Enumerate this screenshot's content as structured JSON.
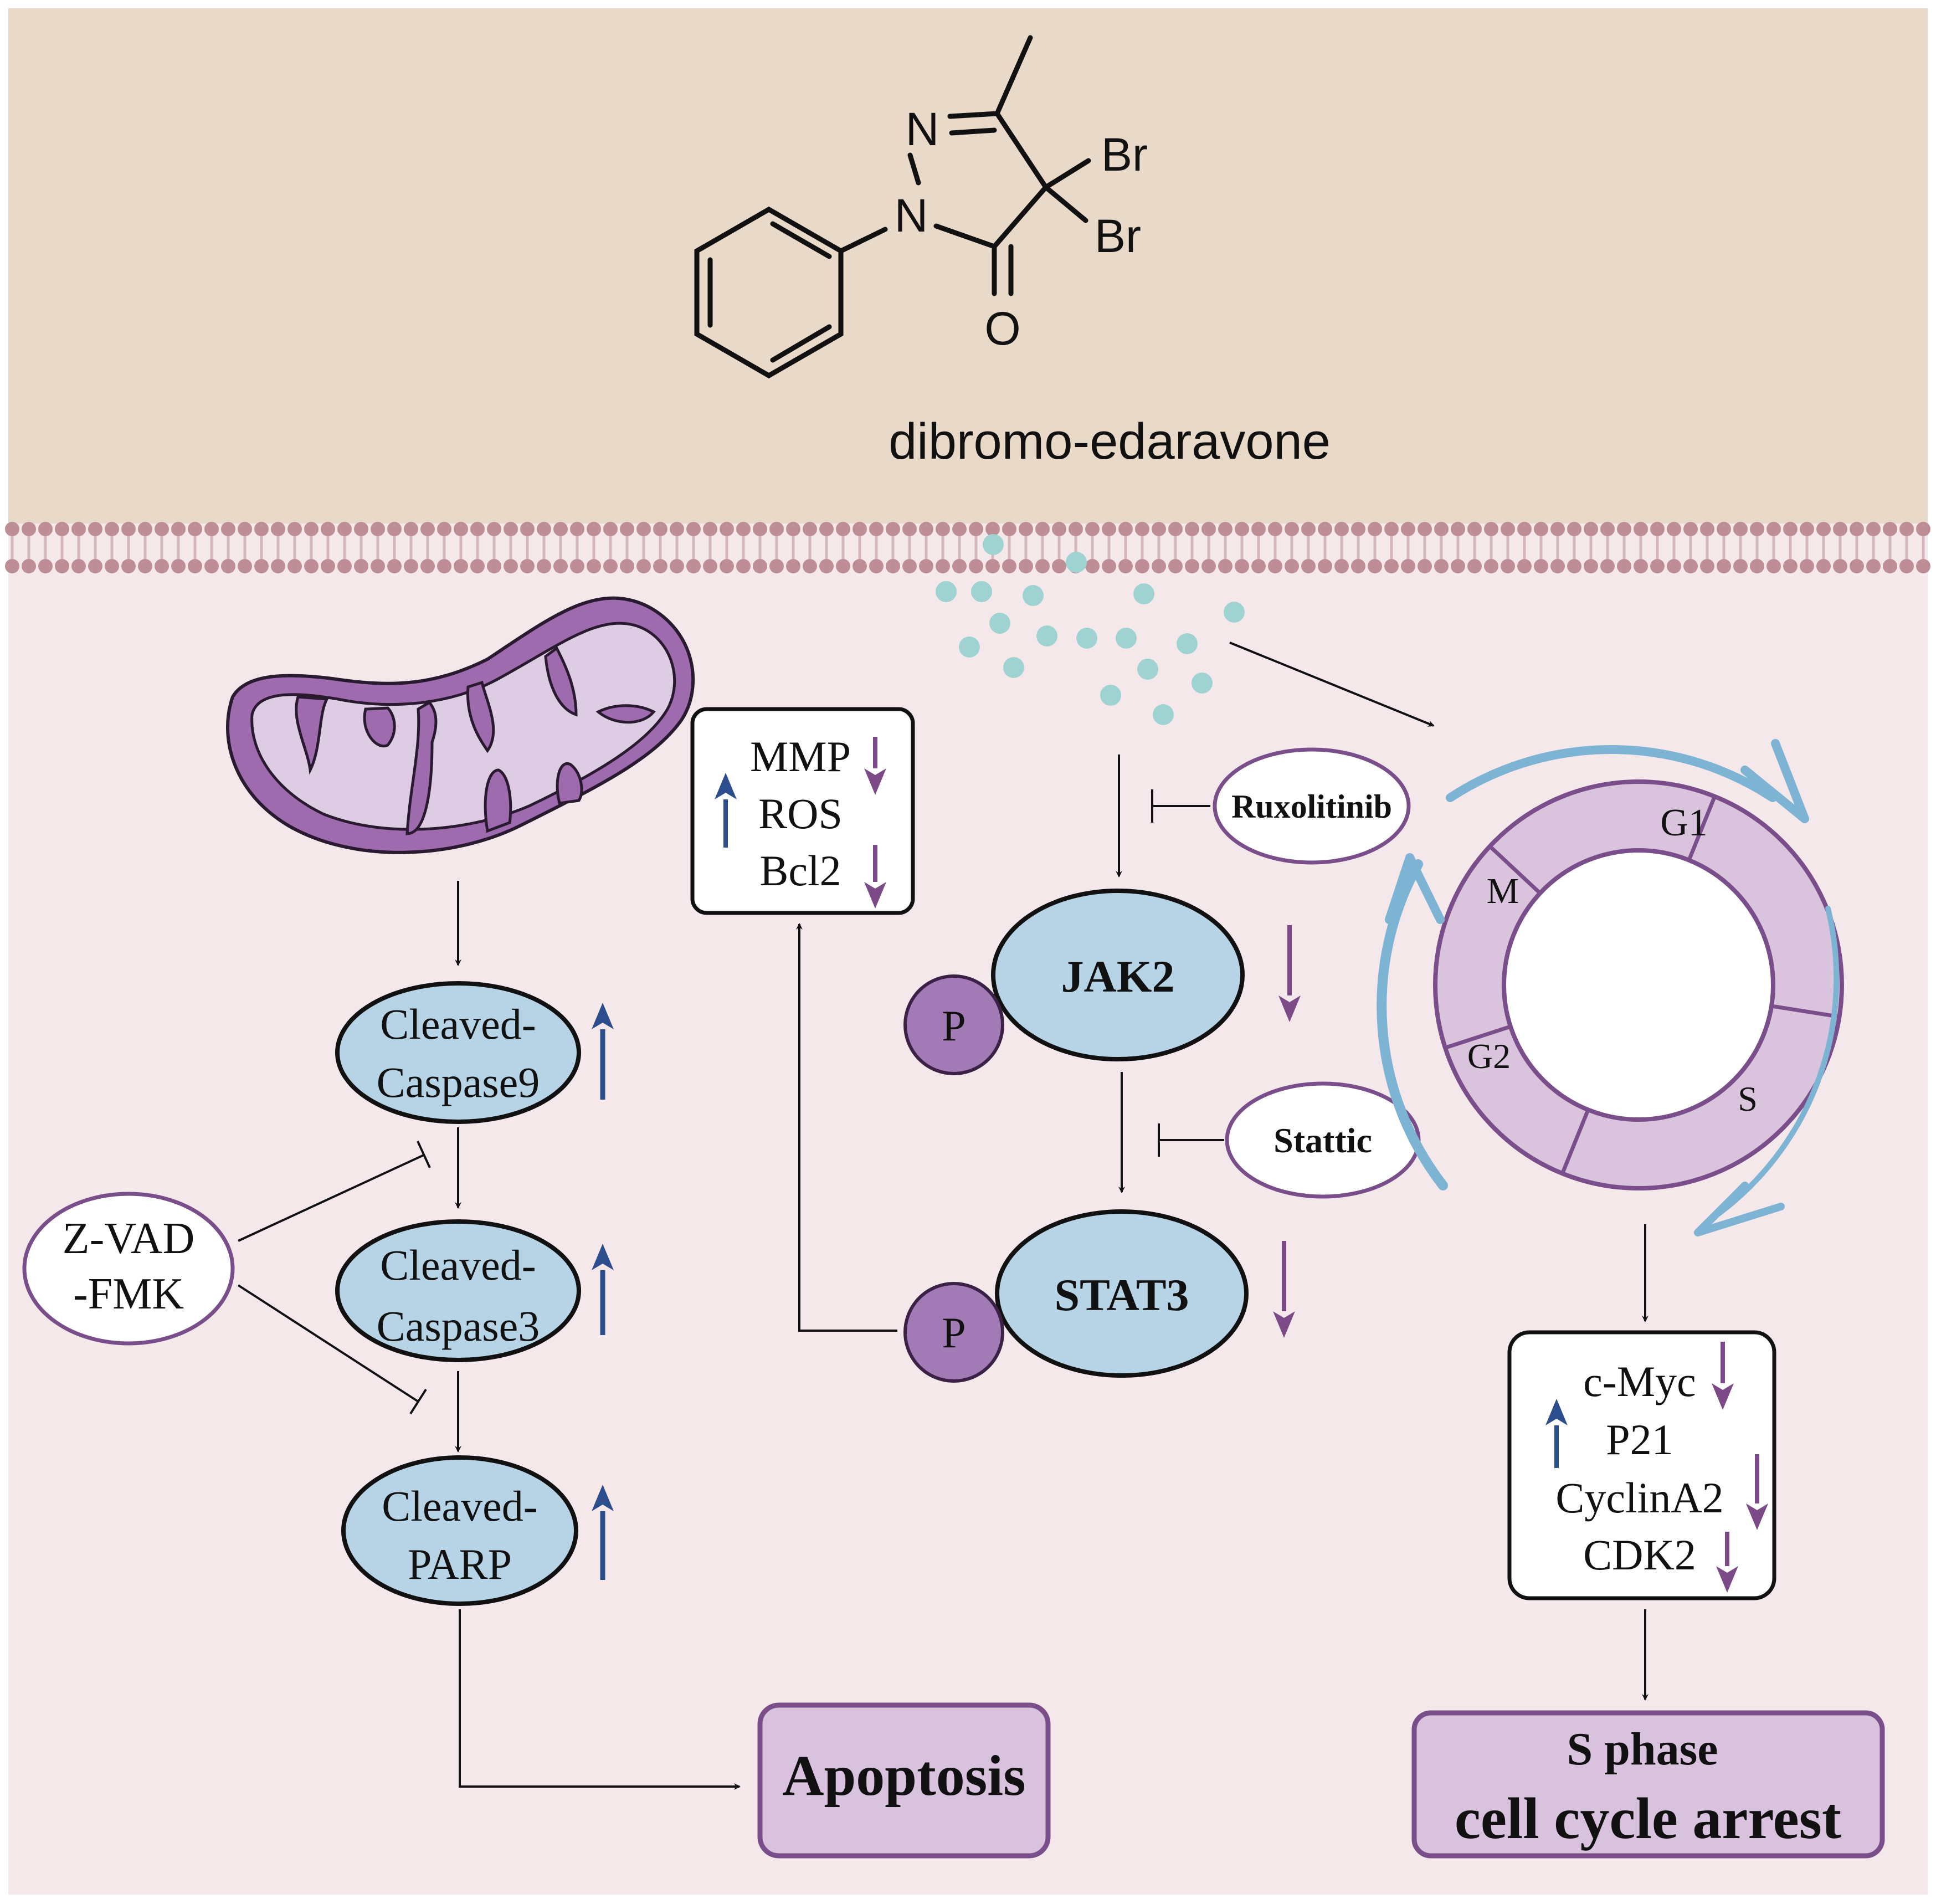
{
  "colors": {
    "extracellular": "#E9D9C8",
    "cytoplasm": "#F5E8EA",
    "membrane": "#BE8E96",
    "blue_node": "#B7D4E7",
    "purple": "#7A4E8A",
    "purple_fill": "#A27AB5",
    "mito_outer": "#9E6BAE",
    "mito_inner": "#DDCCE3",
    "outcome_fill": "#D9C2DD",
    "cycle_ring": "#D9C3DD",
    "cycle_arrow": "#7DB3D3",
    "particle": "#9ED3D2",
    "up_arrow": "#2D4E8C",
    "down_arrow": "#7C4A86"
  },
  "compound": {
    "atom_N1": "N",
    "atom_N2": "N",
    "atom_Br1": "Br",
    "atom_Br2": "Br",
    "atom_O": "O",
    "name": "dibromo-edaravone"
  },
  "apoptosis_pathway": {
    "caspase9_line1": "Cleaved-",
    "caspase9_line2": "Caspase9",
    "caspase3_line1": "Cleaved-",
    "caspase3_line2": "Caspase3",
    "parp_line1": "Cleaved-",
    "parp_line2": "PARP",
    "inhibitor_line1": "Z-VAD",
    "inhibitor_line2": "-FMK",
    "outcome": "Apoptosis"
  },
  "mito_markers": {
    "mmp": "MMP",
    "ros": "ROS",
    "bcl2": "Bcl2"
  },
  "jak_stat": {
    "jak2": "JAK2",
    "stat3": "STAT3",
    "phospho": "P",
    "inhibitor_jak2": "Ruxolitinib",
    "inhibitor_stat3": "Stattic"
  },
  "cell_cycle": {
    "g1": "G1",
    "s": "S",
    "g2": "G2",
    "m": "M"
  },
  "cycle_markers": {
    "cmyc": "c-Myc",
    "p21": "P21",
    "cyclina2": "CyclinA2",
    "cdk2": "CDK2"
  },
  "cycle_outcome": {
    "line1": "S phase",
    "line2": "cell cycle arrest"
  }
}
